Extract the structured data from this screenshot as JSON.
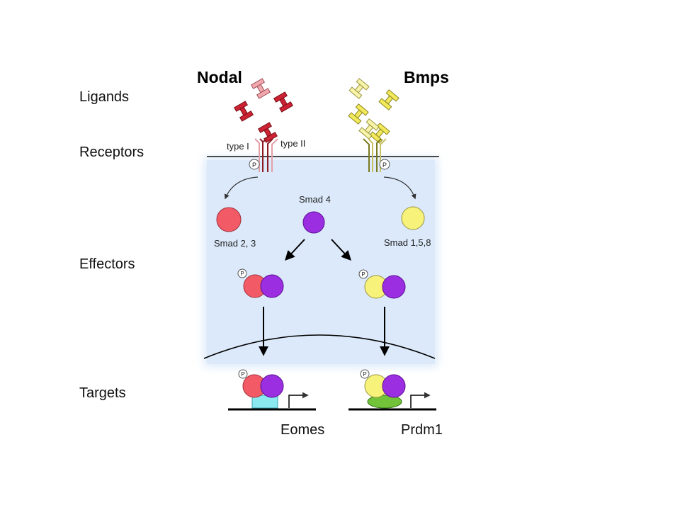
{
  "ligand_titles": {
    "nodal": "Nodal",
    "bmps": "Bmps"
  },
  "row_labels": {
    "ligands": "Ligands",
    "receptors": "Receptors",
    "effectors": "Effectors",
    "targets": "Targets"
  },
  "receptor_labels": {
    "type1": "type I",
    "type2": "type II"
  },
  "phospho_label": "P",
  "smads": {
    "smad23": "Smad 2, 3",
    "smad4": "Smad 4",
    "smad158": "Smad 1,5,8"
  },
  "genes": {
    "left": "Eomes",
    "right": "Prdm1"
  },
  "colors": {
    "nodal_red": "#cc2233",
    "nodal_pink": "#f0a8ae",
    "bmp_yellow": "#f2ea5a",
    "smad_red": "#f25b66",
    "smad_purple": "#9b2ee0",
    "smad_yellow": "#f7f27a",
    "cytoplasm": "#dbe9fa",
    "cyan_box": "#8ae8ef",
    "green_oval": "#72c23a"
  }
}
